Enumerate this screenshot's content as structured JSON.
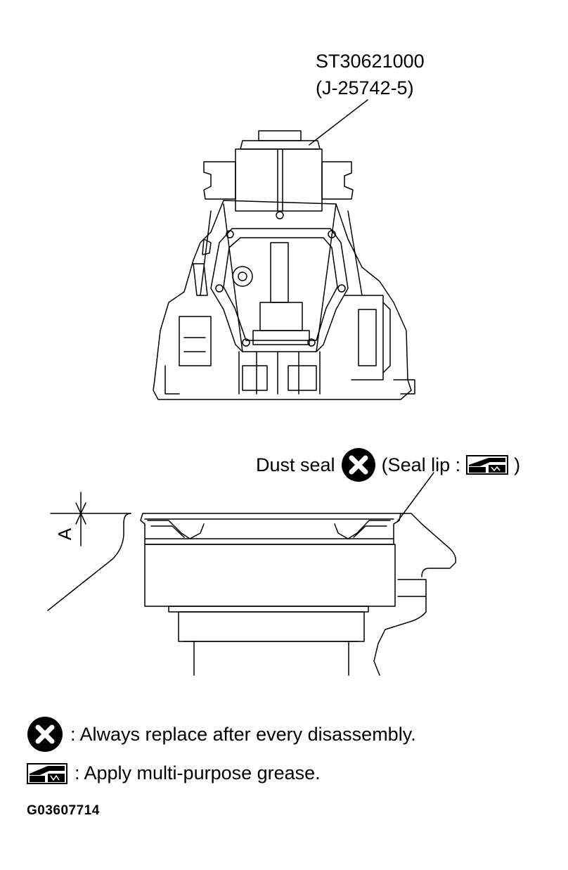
{
  "tool_label": {
    "part_number": "ST30621000",
    "alt_number": "(J-25742-5)"
  },
  "seal_label": {
    "name": "Dust seal",
    "lip_open": "(Seal lip :",
    "lip_close": ")"
  },
  "dimension_label": "A",
  "legend": {
    "replace_text": ": Always replace after every disassembly.",
    "grease_text": ": Apply multi-purpose grease."
  },
  "figure_code": "G03607714",
  "icons": {
    "replace": "circle-x-icon",
    "grease": "grease-gun-icon"
  },
  "colors": {
    "ink": "#000000",
    "paper": "#ffffff"
  }
}
